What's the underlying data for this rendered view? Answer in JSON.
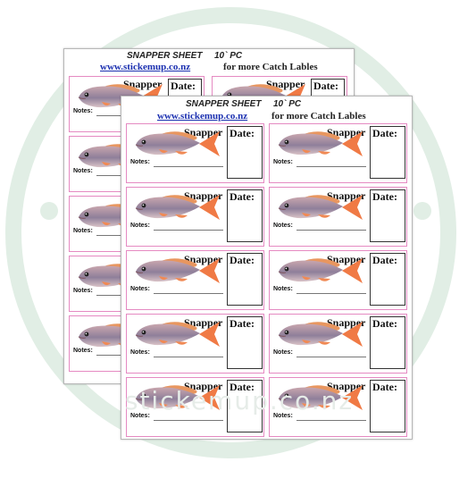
{
  "sheet": {
    "title": "SNAPPER SHEET",
    "count": "10` PC",
    "website": "www.stickemup.co.nz",
    "tagline": "for more Catch Lables"
  },
  "label": {
    "species": "Snapper",
    "date_label": "Date:",
    "notes_label": "Notes:"
  },
  "watermark": {
    "text": "stickemup.co.nz",
    "ring_color": "#e1eee5"
  },
  "colors": {
    "label_border": "#e58ac2",
    "link": "#1a2fb0"
  },
  "icons": [
    "snapper-fish-icon"
  ]
}
